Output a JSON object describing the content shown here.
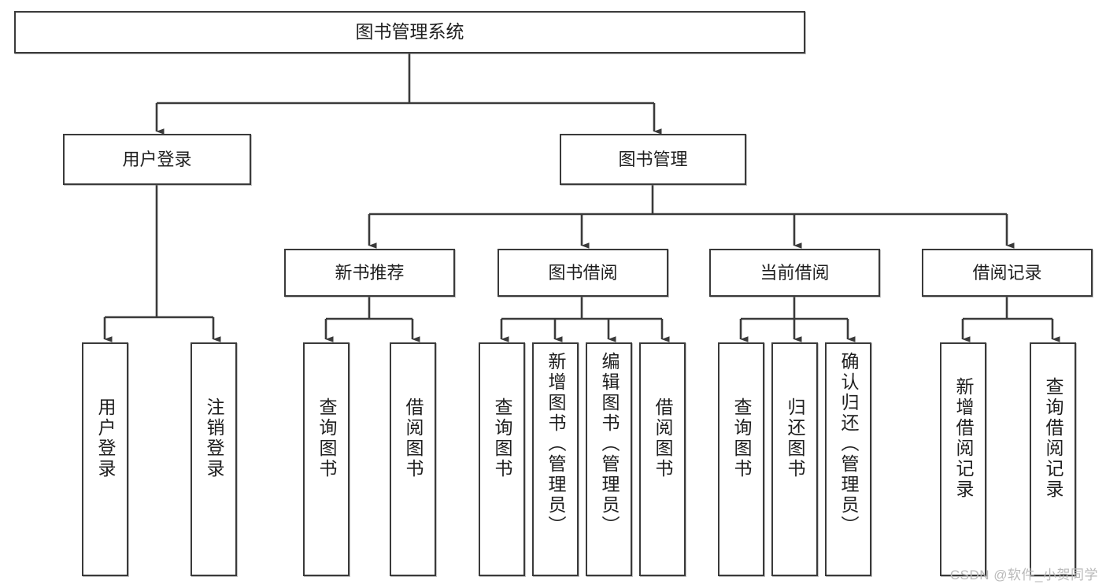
{
  "diagram": {
    "title": "图书管理系统",
    "watermark": "CSDN @软件_小贺同学",
    "stroke_color": "#3a3a3a",
    "text_color": "#1f1f1f",
    "background": "#ffffff",
    "nodes": {
      "root": {
        "label": "图书管理系统"
      },
      "level2": [
        {
          "label": "用户登录"
        },
        {
          "label": "图书管理"
        }
      ],
      "level3": [
        {
          "label": "新书推荐"
        },
        {
          "label": "图书借阅"
        },
        {
          "label": "当前借阅"
        },
        {
          "label": "借阅记录"
        }
      ],
      "leaves": {
        "user_login": [
          {
            "label": "用户登录"
          },
          {
            "label": "注销登录"
          }
        ],
        "new_book": [
          {
            "label": "查询图书"
          },
          {
            "label": "借阅图书"
          }
        ],
        "book_borrow": [
          {
            "label": "查询图书"
          },
          {
            "label": "新增图书（管理员）"
          },
          {
            "label": "编辑图书（管理员）"
          },
          {
            "label": "借阅图书"
          }
        ],
        "current_borrow": [
          {
            "label": "查询图书"
          },
          {
            "label": "归还图书"
          },
          {
            "label": "确认归还（管理员）"
          }
        ],
        "borrow_record": [
          {
            "label": "新增借阅记录"
          },
          {
            "label": "查询借阅记录"
          }
        ]
      }
    }
  }
}
